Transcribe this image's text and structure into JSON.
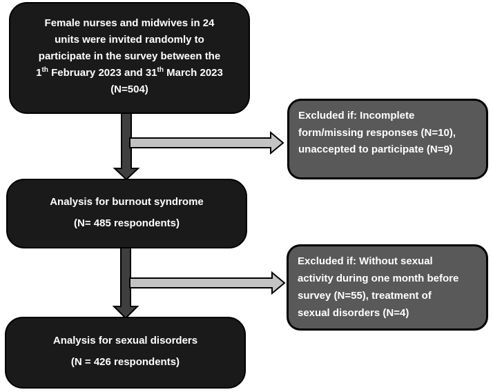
{
  "colors": {
    "canvas_bg": "#ffffff",
    "black_box": "#1a1a1a",
    "gray_box": "#595959",
    "box_border": "#000000",
    "arrow_dark": "#3f3f3f",
    "arrow_light": "#c3c3c3",
    "text_color": "#ffffff"
  },
  "boxes": {
    "invited": {
      "line1": "Female nurses and midwives in 24",
      "line2": "units were invited randomly to",
      "line3": "participate in the survey between the",
      "line4": {
        "t1": "1",
        "sup1": "th",
        "t2": " February 2023 and 31",
        "sup2": "th",
        "t3": " March 2023"
      },
      "line5": "(N=504)"
    },
    "excluded1": {
      "line1": "Excluded if: Incomplete",
      "line2": "form/missing responses (N=10),",
      "line3": "unaccepted to participate (N=9)"
    },
    "burnout": {
      "line1": "Analysis for burnout syndrome",
      "line2": "(N= 485 respondents)"
    },
    "excluded2": {
      "line1": "Excluded if: Without sexual",
      "line2": "activity during one month before",
      "line3": "survey (N=55), treatment of",
      "line4": "sexual disorders (N=4)"
    },
    "sexual": {
      "line1": "Analysis for sexual disorders",
      "line2": "(N = 426 respondents)"
    }
  }
}
